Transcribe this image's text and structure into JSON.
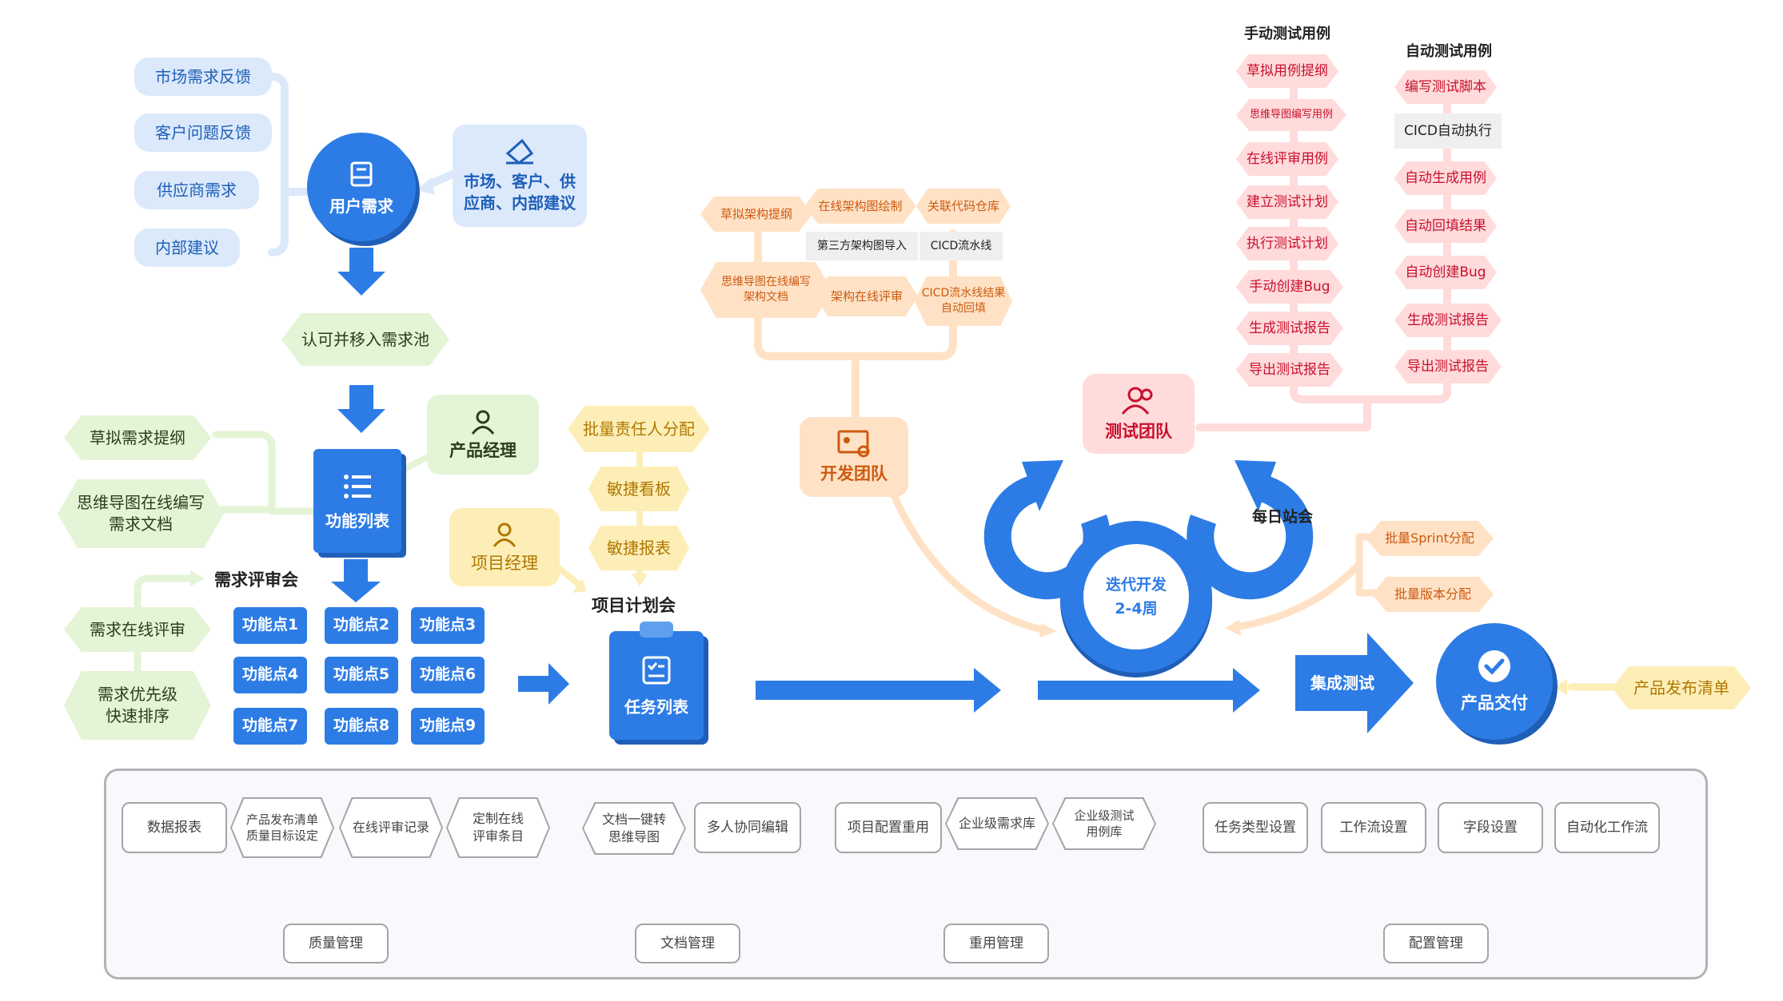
{
  "user_needs": {
    "sources": [
      "市场需求反馈",
      "客户问题反馈",
      "供应商需求",
      "内部建议"
    ],
    "center": "用户需求",
    "suggestion": "市场、客户、供\n应商、内部建议",
    "pool": "认可并移入需求池"
  },
  "product": {
    "draft": "草拟需求提纲",
    "mindmap": "思维导图在线编写\n需求文档",
    "manager": "产品经理",
    "feature_list": "功能列表",
    "review_title": "需求评审会",
    "online_review": "需求在线评审",
    "priority": "需求优先级\n快速排序",
    "features": [
      "功能点1",
      "功能点2",
      "功能点3",
      "功能点4",
      "功能点5",
      "功能点6",
      "功能点7",
      "功能点8",
      "功能点9"
    ]
  },
  "project": {
    "assign": "批量责任人分配",
    "kanban": "敏捷看板",
    "report": "敏捷报表",
    "manager": "项目经理",
    "meeting": "项目计划会",
    "task_list": "任务列表"
  },
  "dev": {
    "items": [
      "草拟架构提纲",
      "在线架构图绘制",
      "关联代码仓库",
      "第三方架构图导入",
      "CICD流水线",
      "思维导图在线编写\n架构文档",
      "架构在线评审",
      "CICD流水线结果\n自动回填"
    ],
    "team": "开发团队"
  },
  "test": {
    "manual_title": "手动测试用例",
    "manual": [
      "草拟用例提纲",
      "思维导图编写用例",
      "在线评审用例",
      "建立测试计划",
      "执行测试计划",
      "手动创建Bug",
      "生成测试报告",
      "导出测试报告"
    ],
    "auto_title": "自动测试用例",
    "auto": [
      "编写测试脚本",
      "CICD自动执行",
      "自动生成用例",
      "自动回填结果",
      "自动创建Bug",
      "生成测试报告",
      "导出测试报告"
    ],
    "team": "测试团队"
  },
  "iteration": {
    "center": "迭代开发\n2-4周",
    "standup": "每日站会",
    "sprint": "批量Sprint分配",
    "version": "批量版本分配"
  },
  "delivery": {
    "integration": "集成测试",
    "deliver": "产品交付",
    "release": "产品发布清单"
  },
  "bottom": {
    "quality": {
      "items": [
        "数据报表",
        "产品发布清单\n质量目标设定",
        "在线评审记录",
        "定制在线\n评审条目"
      ],
      "label": "质量管理"
    },
    "docs": {
      "items": [
        "文档一键转\n思维导图",
        "多人协同编辑"
      ],
      "label": "文档管理"
    },
    "reuse": {
      "items": [
        "项目配置重用",
        "企业级需求库",
        "企业级测试\n用例库"
      ],
      "label": "重用管理"
    },
    "config": {
      "items": [
        "任务类型设置",
        "工作流设置",
        "字段设置",
        "自动化工作流"
      ],
      "label": "配置管理"
    }
  },
  "colors": {
    "blue": "#2d7ce6",
    "green": "#e4f4d6",
    "yellow": "#fdeeb8",
    "orange": "#ffe2c6",
    "red": "#ffdbdb",
    "gray": "#a5a5a5"
  }
}
